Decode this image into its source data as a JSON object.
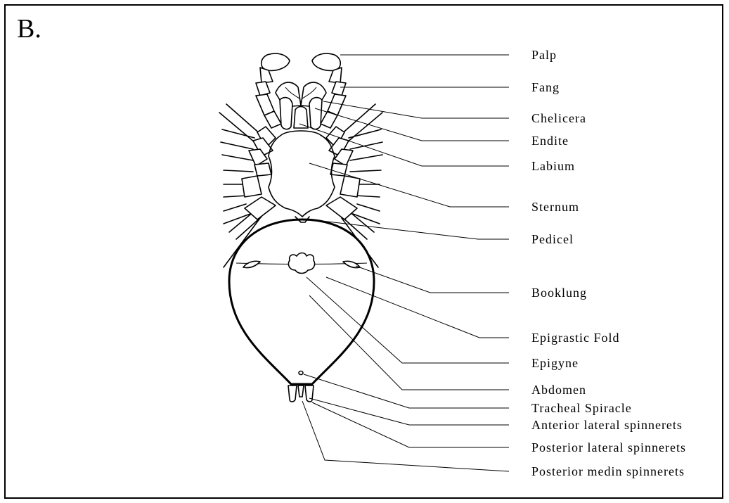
{
  "panel_letter": "B.",
  "labels": [
    {
      "id": "palp",
      "text": "Palp"
    },
    {
      "id": "fang",
      "text": "Fang"
    },
    {
      "id": "chelicera",
      "text": "Chelicera"
    },
    {
      "id": "endite",
      "text": "Endite"
    },
    {
      "id": "labium",
      "text": "Labium"
    },
    {
      "id": "sternum",
      "text": "Sternum"
    },
    {
      "id": "pedicel",
      "text": "Pedicel"
    },
    {
      "id": "booklung",
      "text": "Booklung"
    },
    {
      "id": "epigastric-fold",
      "text": "Epigrastic Fold"
    },
    {
      "id": "epigyne",
      "text": "Epigyne"
    },
    {
      "id": "abdomen",
      "text": "Abdomen"
    },
    {
      "id": "tracheal-spiracle",
      "text": "Tracheal Spiracle"
    },
    {
      "id": "anterior-lateral-spinnerets",
      "text": "Anterior lateral spinnerets"
    },
    {
      "id": "posterior-lateral-spinnerets",
      "text": "Posterior lateral spinnerets"
    },
    {
      "id": "posterior-median-spinnerets",
      "text": "Posterior medin spinnerets"
    }
  ]
}
